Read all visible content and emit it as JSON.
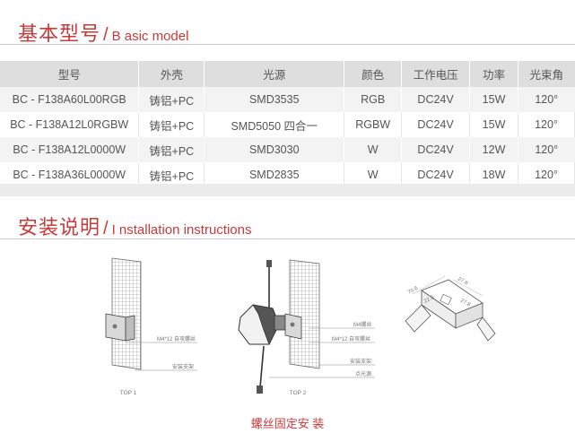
{
  "basic": {
    "title_cn": "基本型号",
    "title_en": "B asic model"
  },
  "table": {
    "headers": [
      "型号",
      "外壳",
      "光源",
      "颜色",
      "工作电压",
      "功率",
      "光束角"
    ],
    "rows": [
      [
        "BC - F138A60L00RGB",
        "铸铝+PC",
        "SMD3535",
        "RGB",
        "DC24V",
        "15W",
        "120°"
      ],
      [
        "BC - F138A12L0RGBW",
        "铸铝+PC",
        "SMD5050 四合一",
        "RGBW",
        "DC24V",
        "15W",
        "120°"
      ],
      [
        "BC - F138A12L0000W",
        "铸铝+PC",
        "SMD3030",
        "W",
        "DC24V",
        "12W",
        "120°"
      ],
      [
        "BC - F138A36L0000W",
        "铸铝+PC",
        "SMD2835",
        "W",
        "DC24V",
        "18W",
        "120°"
      ]
    ]
  },
  "install": {
    "title_cn": "安装说明",
    "title_en": "I nstallation instructions",
    "top1": {
      "label": "TOP 1",
      "screw": "M4*12 自攻螺丝",
      "bracket": "安装支架"
    },
    "top2": {
      "label": "TOP 2",
      "m4": "M4螺丝",
      "screw": "M4*12 自攻螺丝",
      "bracket": "安装支架",
      "light": "点光源"
    },
    "bracket_dims": {
      "d1": "70.6",
      "d2": "27.8",
      "d3": "22.3",
      "d4": "27.8"
    },
    "caption": "螺丝固定安 装"
  },
  "colors": {
    "accent": "#c9393a",
    "header_bg": "#dedede",
    "row_alt": "#f3f3f3"
  }
}
